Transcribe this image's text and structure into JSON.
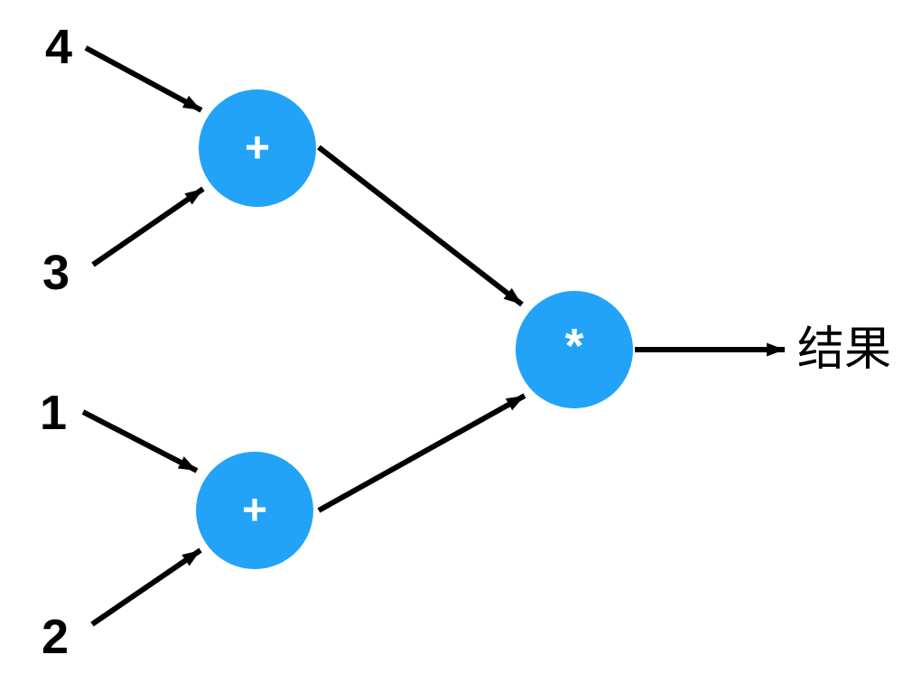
{
  "diagram": {
    "type": "computation-graph",
    "background": "#ffffff",
    "colors": {
      "node_fill": "#22A3F7",
      "node_label": "#ffffff",
      "edge": "#000000",
      "text": "#000000"
    },
    "inputs": [
      {
        "label": "4",
        "feeds": "add-top"
      },
      {
        "label": "3",
        "feeds": "add-top"
      },
      {
        "label": "1",
        "feeds": "add-bottom"
      },
      {
        "label": "2",
        "feeds": "add-bottom"
      }
    ],
    "nodes": [
      {
        "id": "add-top",
        "label": "+"
      },
      {
        "id": "add-bottom",
        "label": "+"
      },
      {
        "id": "multiply",
        "label": "*"
      }
    ],
    "edges": [
      {
        "from": "input-4",
        "to": "add-top"
      },
      {
        "from": "input-3",
        "to": "add-top"
      },
      {
        "from": "input-1",
        "to": "add-bottom"
      },
      {
        "from": "input-2",
        "to": "add-bottom"
      },
      {
        "from": "add-top",
        "to": "multiply"
      },
      {
        "from": "add-bottom",
        "to": "multiply"
      },
      {
        "from": "multiply",
        "to": "output"
      }
    ],
    "output": {
      "label": "结果"
    }
  }
}
